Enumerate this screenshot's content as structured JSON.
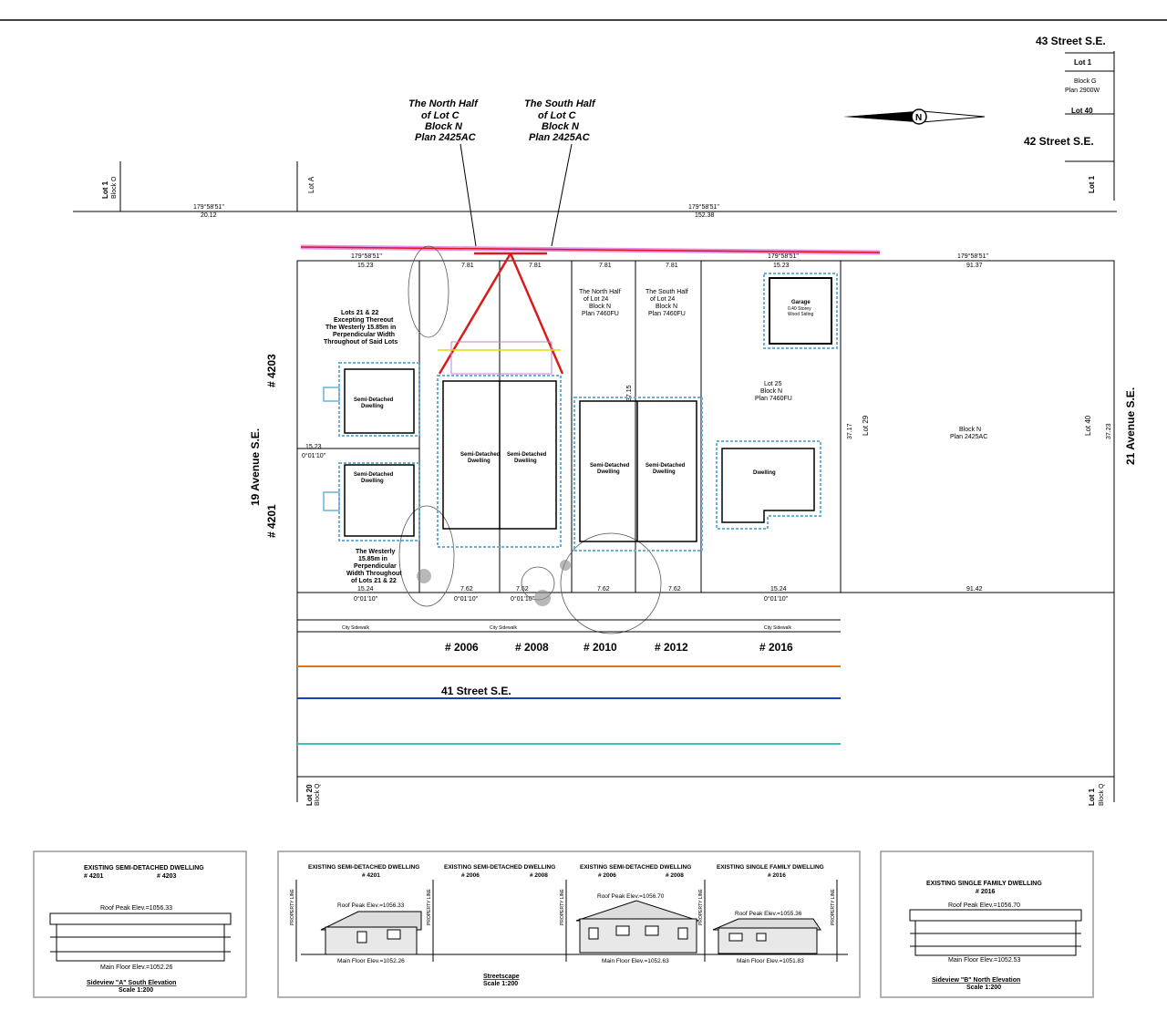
{
  "streets": {
    "s43": "43 Street S.E.",
    "s42": "42 Street S.E.",
    "s41": "41 Street S.E.",
    "ave19": "19 Avenue S.E.",
    "ave21": "21 Avenue S.E."
  },
  "callouts": {
    "north_half": [
      "The North Half",
      "of Lot C",
      "Block N",
      "Plan 2425AC"
    ],
    "south_half": [
      "The South Half",
      "of Lot C",
      "Block N",
      "Plan 2425AC"
    ]
  },
  "lots": {
    "lot1_top_right": "Lot 1",
    "blockg": "Block G",
    "plan2900w": "Plan 2900W",
    "lot40_top": "Lot 40",
    "lot1_right": "Lot 1",
    "lot1_left": "Lot 1",
    "blocko_left": "Block O",
    "lotA": "Lot A",
    "lot24_north": [
      "The North Half",
      "of Lot 24",
      "Block N",
      "Plan 7460FU"
    ],
    "lot24_south": [
      "The South Half",
      "of Lot 24",
      "Block N",
      "Plan 7460FU"
    ],
    "lot25": [
      "Lot 25",
      "Block N",
      "Plan 7460FU"
    ],
    "lot29": "Lot 29",
    "blockn": [
      "Block N",
      "Plan 2425AC"
    ],
    "lot40_right": "Lot 40",
    "lots2122": [
      "Lots 21 & 22",
      "Excepting Thereout",
      "The Westerly 15.85m in",
      "Perpendicular Width",
      "Throughout of Said Lots"
    ],
    "westerly": [
      "The Westerly",
      "15.85m in",
      "Perpendicular",
      "Width Throughout",
      "of Lots 21 & 22"
    ],
    "lot20": "Lot 20",
    "blockq_left": "Block Q",
    "lot1_bottom_right": "Lot 1",
    "blockq_right": "Block Q"
  },
  "buildings": {
    "garage": [
      "Garage",
      "0.40 Storey",
      "Wood Siding"
    ],
    "semi_4203": [
      "Semi-Detached",
      "Dwelling"
    ],
    "semi_4201": [
      "Semi-Detached",
      "Dwelling"
    ],
    "semi_2006": [
      "Semi-Detached",
      "Dwelling"
    ],
    "semi_2008": [
      "Semi-Detached",
      "Dwelling"
    ],
    "semi_2010": [
      "Semi-Detached",
      "Dwelling"
    ],
    "semi_2012": [
      "Semi-Detached",
      "Dwelling"
    ],
    "dwelling_2016": "Dwelling"
  },
  "addresses": {
    "a4203": "# 4203",
    "a4201": "# 4201",
    "a2006": "# 2006",
    "a2008": "# 2008",
    "a2010": "# 2010",
    "a2012": "# 2012",
    "a2016": "# 2016"
  },
  "dimensions": {
    "top_left": "20.12",
    "top_right": "152.38",
    "bearing_top_l": "179°58'51\"",
    "bearing_top_r": "179°58'51\"",
    "bearing_mid_r": "179°58'51\"",
    "d1523_top": "15.23",
    "d781_a": "7.81",
    "d781_b": "7.81",
    "d781_c": "7.81",
    "d781_d": "7.81",
    "d1523_mid": "15.23",
    "d9137": "91.37",
    "d1524_bot": "15.24",
    "d762_a": "7.62",
    "d762_b": "7.62",
    "d762_c": "7.62",
    "d762_d": "7.62",
    "d1524_bot2": "15.24",
    "d9142": "91.42",
    "d1523_left": "15.23",
    "bearing_left": "0°01'10\"",
    "b_bot1": "0°01'10\"",
    "b_bot2": "0°01'10\"",
    "b_bot3": "0°01'10\"",
    "b_bot4": "0°01'10\"",
    "d3715": "37.15",
    "d3717": "37.17",
    "d3723": "37.23"
  },
  "walkway": {
    "city_sidewalk_a": "City Sidewalk",
    "city_sidewalk_b": "City Sidewalk",
    "city_sidewalk_c": "City Sidewalk"
  },
  "panels": {
    "left": {
      "title": "EXISTING SEMI-DETACHED DWELLING",
      "addr1": "# 4201",
      "addr2": "# 4203",
      "roof": "Roof Peak Elev.=1056.33",
      "main": "Main Floor Elev.=1052.26",
      "footer1": "Sideview \"A\" South Elevation",
      "footer2": "Scale 1:200"
    },
    "middle": {
      "t1": "EXISTING SEMI-DETACHED DWELLING",
      "t1a": "# 4201",
      "t2": "EXISTING SEMI-DETACHED DWELLING",
      "t2a": "# 2006",
      "t2b": "# 2008",
      "t3": "EXISTING SEMI-DETACHED DWELLING",
      "t3a": "# 2006",
      "t3b": "# 2008",
      "t4": "EXISTING SINGLE FAMILY DWELLING",
      "t4a": "# 2016",
      "roof1": "Roof Peak Elev.=1056.33",
      "main1": "Main Floor Elev.=1052.26",
      "roof3": "Roof Peak Elev.=1056.70",
      "main3": "Main Floor Elev.=1052.63",
      "roof4": "Roof Peak Elev.=1055.36",
      "main4": "Main Floor Elev.=1051.83",
      "pl": "PROPERTY LINE",
      "footer1": "Streetscape",
      "footer2": "Scale 1:200"
    },
    "right": {
      "title": "EXISTING SINGLE FAMILY DWELLING",
      "addr": "# 2016",
      "roof": "Roof Peak Elev.=1056.70",
      "main": "Main Floor Elev.=1052.53",
      "footer1": "Sideview \"B\" North Elevation",
      "footer2": "Scale 1:200"
    }
  }
}
